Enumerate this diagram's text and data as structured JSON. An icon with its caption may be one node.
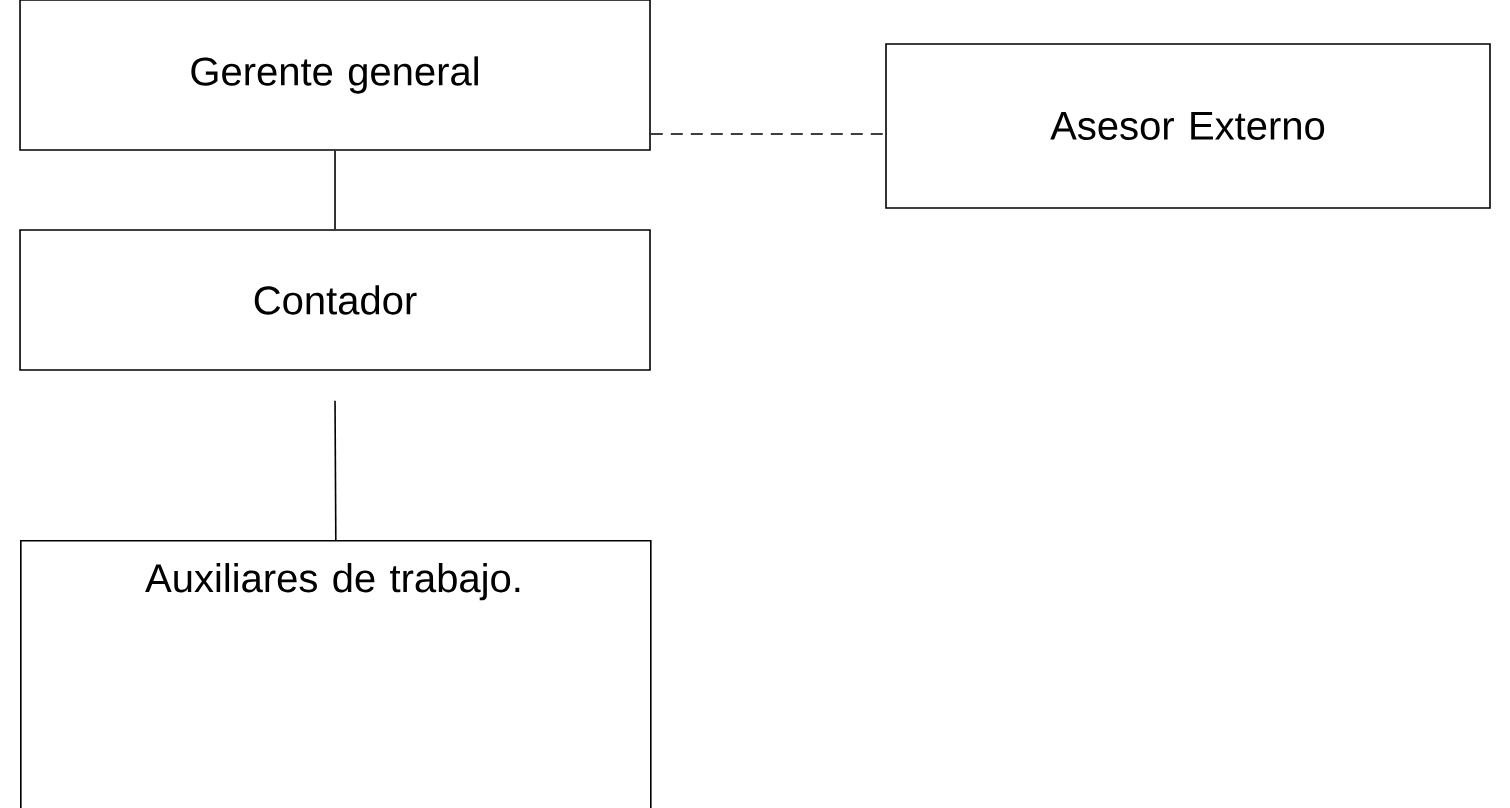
{
  "diagram": {
    "nodes": [
      {
        "text": [
          "Gerente general"
        ]
      },
      {
        "text": [
          "Asesor Externo"
        ]
      },
      {
        "text": [
          "Contador"
        ]
      },
      {
        "text": [
          "Auxiliares de trabajo."
        ]
      }
    ],
    "edges": [
      {
        "from": 0,
        "to": 1,
        "arrow": "none",
        "style": "dashed"
      },
      {
        "from": 0,
        "to": 2,
        "arrow": "none"
      },
      {
        "from": 2,
        "to": 3,
        "arrow": "none"
      }
    ]
  }
}
